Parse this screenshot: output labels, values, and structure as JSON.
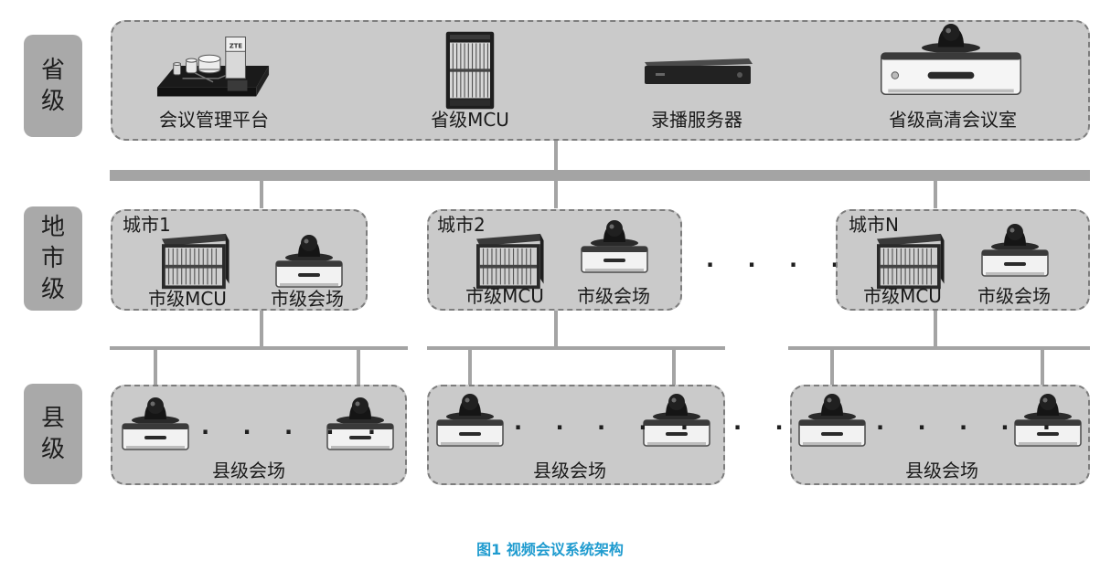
{
  "tiers": {
    "province": "省级",
    "city": "地市级",
    "county": "县级"
  },
  "province": {
    "devices": [
      "会议管理平台",
      "省级MCU",
      "录播服务器",
      "省级高清会议室"
    ]
  },
  "cities": [
    {
      "name": "城市1",
      "mcu": "市级MCU",
      "venue": "市级会场"
    },
    {
      "name": "城市2",
      "mcu": "市级MCU",
      "venue": "市级会场"
    },
    {
      "name": "城市N",
      "mcu": "市级MCU",
      "venue": "市级会场"
    }
  ],
  "counties": [
    {
      "label": "县级会场"
    },
    {
      "label": "县级会场"
    },
    {
      "label": "县级会场"
    }
  ],
  "ellipsis": "· · · · ·",
  "ellipsis_short": "· · ·",
  "ellipsis_cities": "· · · ·",
  "caption": "图1 视频会议系统架构",
  "colors": {
    "panel": "#cacaca",
    "tier_label": "#a9a9a9",
    "connector": "#a4a4a4",
    "caption": "#1f9bcf"
  }
}
